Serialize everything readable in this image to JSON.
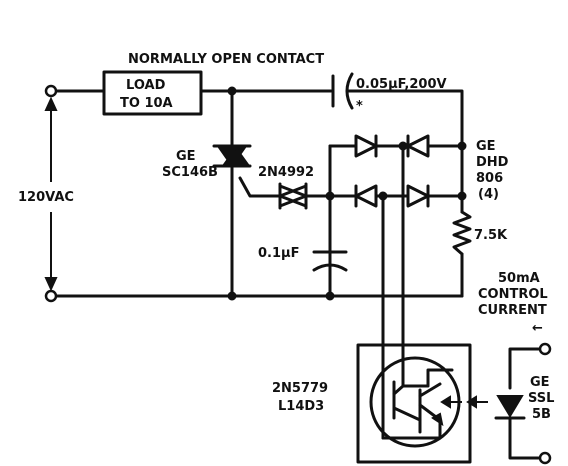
{
  "labels": {
    "title": "NORMALLY OPEN CONTACT",
    "load_line1": "LOAD",
    "load_line2": "TO 10A",
    "cap_top": "0.05µF,200V",
    "cap_star": "*",
    "scr_line1": "GE",
    "scr_line2": "SC146B",
    "diac": "2N4992",
    "rectifier_line1": "GE",
    "rectifier_line2": "DHD",
    "rectifier_line3": "806",
    "rectifier_line4": "(4)",
    "supply": "120VAC",
    "cap_mid": "0.1µF",
    "resistor": "7.5K",
    "control_line1": "50mA",
    "control_line2": "CONTROL",
    "control_line3": "CURRENT",
    "control_arrow": "←",
    "opto_line1": "2N5779",
    "opto_line2": "L14D3",
    "led_line1": "GE",
    "led_line2": "SSL",
    "led_line3": "5B"
  },
  "colors": {
    "ink": "#111111",
    "background": "#ffffff"
  }
}
